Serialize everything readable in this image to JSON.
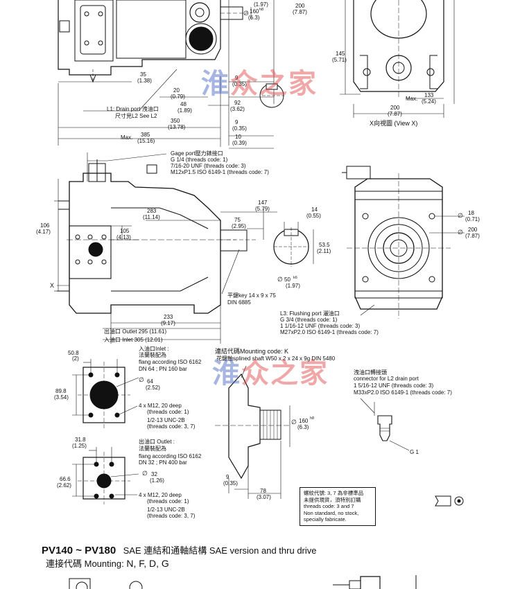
{
  "watermark": {
    "glyph": "淮",
    "text": "众之家"
  },
  "top_view": {
    "dims": {
      "d197": "(1.97)",
      "d160": "160",
      "d160sup": "h8",
      "d63": "(6.3)",
      "d200": "200",
      "d787": "(7.87)",
      "d35": "35",
      "d138": "(1.38)",
      "d9": "9",
      "d035": "(0.35)",
      "d20": "20",
      "d079": "(0.79)",
      "d48": "48",
      "d189": "(1.89)",
      "d92": "92",
      "d362": "(3.62)",
      "d350": "350",
      "d1378": "(13.78)",
      "d9b": "9",
      "d035b": "(0.35)",
      "dmax": "Max.",
      "d385": "385",
      "d1516": "(15.16)",
      "d10": "10",
      "d039": "(0.39)"
    },
    "l1_label": "L1: Drain port 洩油口",
    "l1_sub": "尺寸見L2 See L2"
  },
  "view_x": {
    "d145": "145",
    "d571": "(5.71)",
    "max": "Max.",
    "d133": "133",
    "d524": "(5.24)",
    "d200": "200",
    "d787": "(7.87)",
    "caption": "X向視圖 (View X)"
  },
  "side_view": {
    "gage_lines": [
      "Gage port壓力錶接口",
      "G 1/4 (threads code: 1)",
      "7/16-20 UNF  (threads code: 3)",
      "M12xP1.5  ISO 6149-1 (threads code: 7)"
    ],
    "d147": "147",
    "d579": "(5.79)",
    "d14": "14",
    "d055": "(0.55)",
    "d283": "283",
    "d1114": "(11.14)",
    "d75": "75",
    "d295": "(2.95)",
    "d106": "106",
    "d417": "(4.17)",
    "d105": "105",
    "d413": "(4.13)",
    "d535": "53.5",
    "d211": "(2.11)",
    "d50": "50",
    "d50sup": "k6",
    "d197": "(1.97)",
    "key_line1": "平鍵key 14 x 9 x 75",
    "key_line2": "DIN 6885",
    "x_label": "X",
    "d233": "233",
    "d917": "(9.17)",
    "outlet": "出油口 Outlet 295  (11.61)",
    "inlet": "入油口 Inlet 305  (12.01)"
  },
  "front_view": {
    "d18": "18",
    "d071": "(0.71)",
    "d200": "200",
    "d787": "(7.87)",
    "flush_lines": [
      "L3: Flushing port 灑油口",
      "G 3/4  (threads code: 1)",
      "1 1/16-12 UNF  (threads code: 3)",
      "M27xP2.0  ISO 6149-1 (threads code: 7)"
    ]
  },
  "inlet_flange": {
    "d508": "50.8",
    "d2": "(2)",
    "d898": "89.8",
    "d354": "(3.54)",
    "d64": "64",
    "d252": "(2.52)",
    "lines": [
      "入油口Inlet :",
      "法蘭裝配為",
      "flang according ISO 6162",
      "DN 64 ; PN 160 bar"
    ],
    "bolt_lines": [
      "4 x M12, 20 deep",
      "(threads code: 1)",
      "1/2-13 UNC-2B",
      "(threads code: 3, 7)"
    ]
  },
  "outlet_flange": {
    "d318": "31.8",
    "d125": "(1.25)",
    "d666": "66.6",
    "d262": "(2.62)",
    "d32": "32",
    "d126": "(1.26)",
    "lines": [
      "出油口 Outlet :",
      "法蘭裝配為",
      "flang according ISO 6162",
      "DN 32 ; PN 400 bar"
    ],
    "bolt_lines": [
      "4 x M12, 20 deep",
      "(threads code: 1)",
      "1/2-13 UNC-2B",
      "(threads code: 3, 7)"
    ]
  },
  "mounting": {
    "line1": "連結代碼Mounting code: K",
    "line2": "花鍵軸splined shaft W50 x 2 x 24 x 9g DIN 5480",
    "d160": "160",
    "d160sup": "h8",
    "d63": "(6.3)",
    "d9": "9",
    "d035": "(0.35)",
    "d78": "78",
    "d307": "(3.07)"
  },
  "connector": {
    "lines": [
      "洩油口轉接頭",
      "connector for L2 drain port",
      "1 5/16-12 UNF  (threads code: 3)",
      "M33xP2.0  ISO 6149-1 (threads code: 7)"
    ],
    "g1": "G 1"
  },
  "note": {
    "lines": [
      "螺紋代號: 3, 7 為非標準品",
      "未提供現貨，須特別訂購",
      "threads code: 3 and 7",
      "Non standard, no stock,",
      "specially fabricate."
    ]
  },
  "section": {
    "model": "PV140 ~ PV180",
    "desc": "SAE 連結和通軸結構   SAE version and thru drive",
    "sub_prefix": "連接代碼 Mounting:",
    "sub_codes": "N, F, D, G"
  }
}
